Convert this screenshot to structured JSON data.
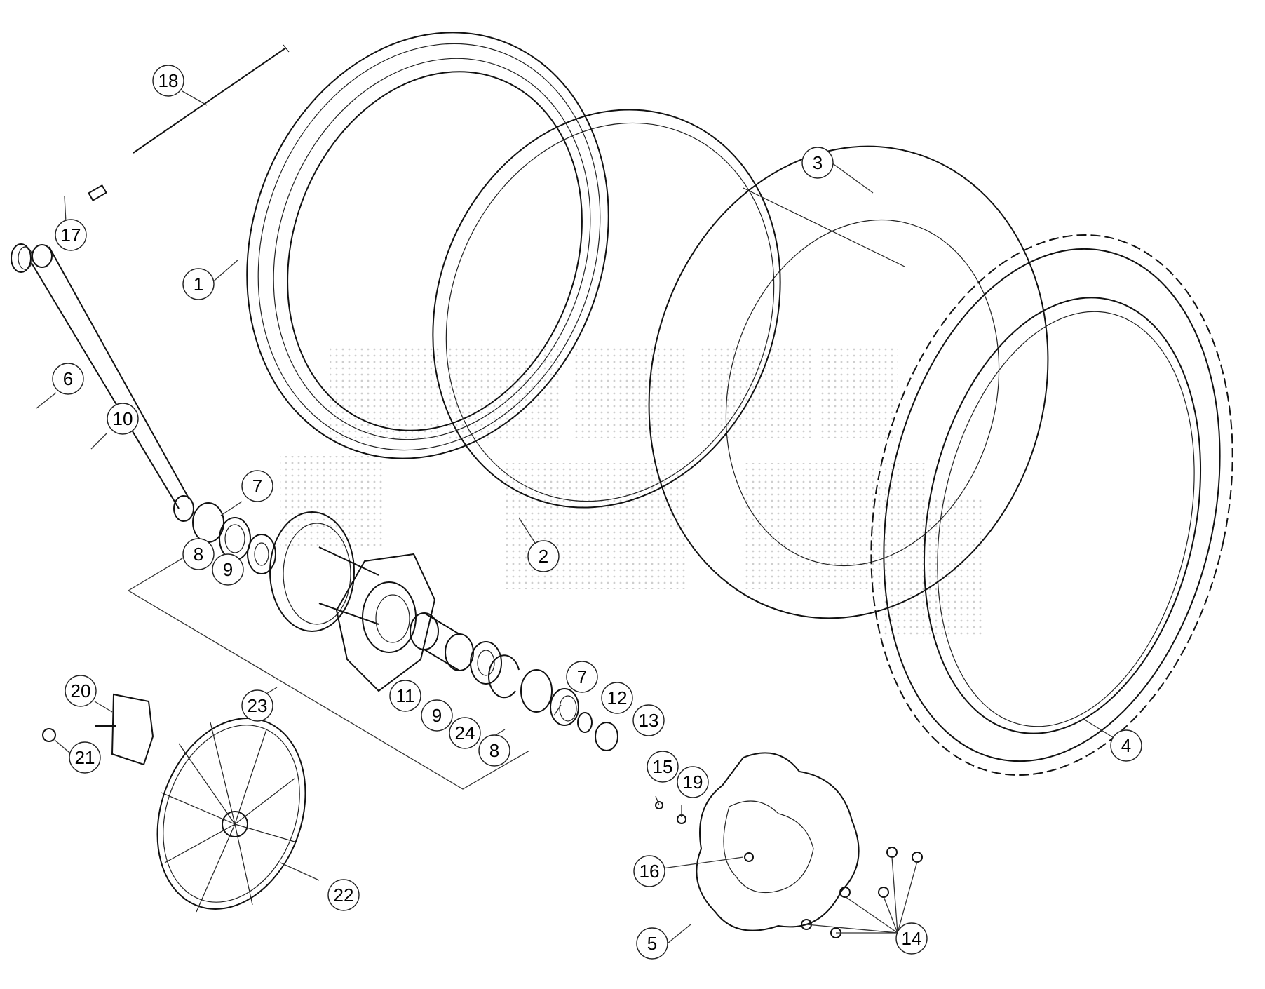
{
  "callouts": [
    {
      "label": "1"
    },
    {
      "label": "2"
    },
    {
      "label": "3"
    },
    {
      "label": "4"
    },
    {
      "label": "5"
    },
    {
      "label": "6"
    },
    {
      "label": "7"
    },
    {
      "label": "7"
    },
    {
      "label": "8"
    },
    {
      "label": "8"
    },
    {
      "label": "9"
    },
    {
      "label": "9"
    },
    {
      "label": "10"
    },
    {
      "label": "11"
    },
    {
      "label": "12"
    },
    {
      "label": "13"
    },
    {
      "label": "14"
    },
    {
      "label": "14"
    },
    {
      "label": "15"
    },
    {
      "label": "16"
    },
    {
      "label": "17"
    },
    {
      "label": "18"
    },
    {
      "label": "19"
    },
    {
      "label": "20"
    },
    {
      "label": "21"
    },
    {
      "label": "22"
    },
    {
      "label": "23"
    },
    {
      "label": "24"
    }
  ]
}
